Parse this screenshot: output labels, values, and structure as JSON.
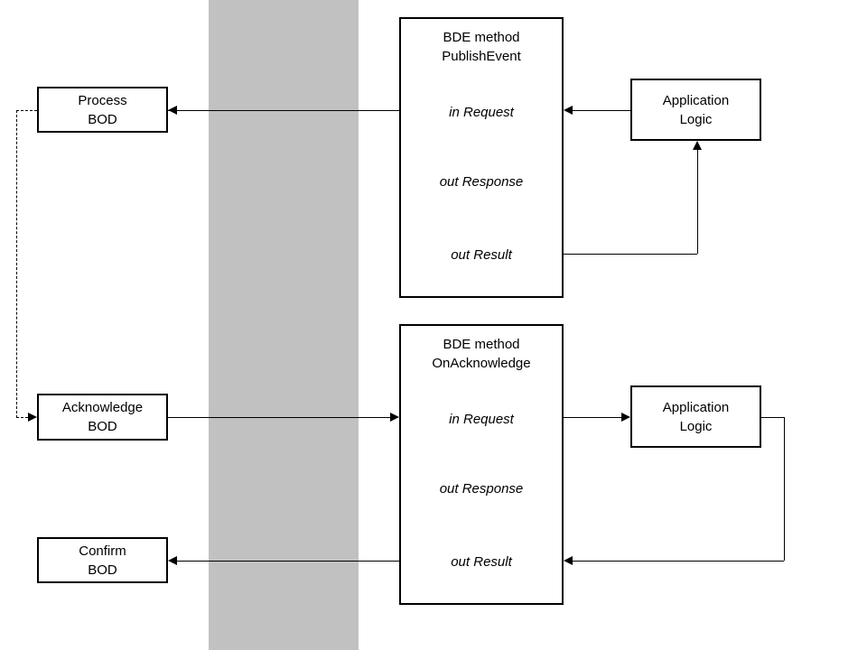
{
  "boxes": {
    "process_bod": {
      "label_line1": "Process",
      "label_line2": "BOD"
    },
    "acknowledge_bod": {
      "label_line1": "Acknowledge",
      "label_line2": "BOD"
    },
    "confirm_bod": {
      "label_line1": "Confirm",
      "label_line2": "BOD"
    },
    "bde_publish_event": {
      "title_line1": "BDE method",
      "title_line2": "PublishEvent",
      "params": [
        "in Request",
        "out Response",
        "out Result"
      ]
    },
    "bde_on_acknowledge": {
      "title_line1": "BDE method",
      "title_line2": "OnAcknowledge",
      "params": [
        "in Request",
        "out Response",
        "out Result"
      ]
    },
    "application_logic_top": {
      "label_line1": "Application",
      "label_line2": "Logic"
    },
    "application_logic_bottom": {
      "label_line1": "Application",
      "label_line2": "Logic"
    }
  },
  "colors": {
    "band_gray": "#c1c1c1",
    "box_border": "#000000",
    "connector": "#000000",
    "background": "#ffffff"
  }
}
